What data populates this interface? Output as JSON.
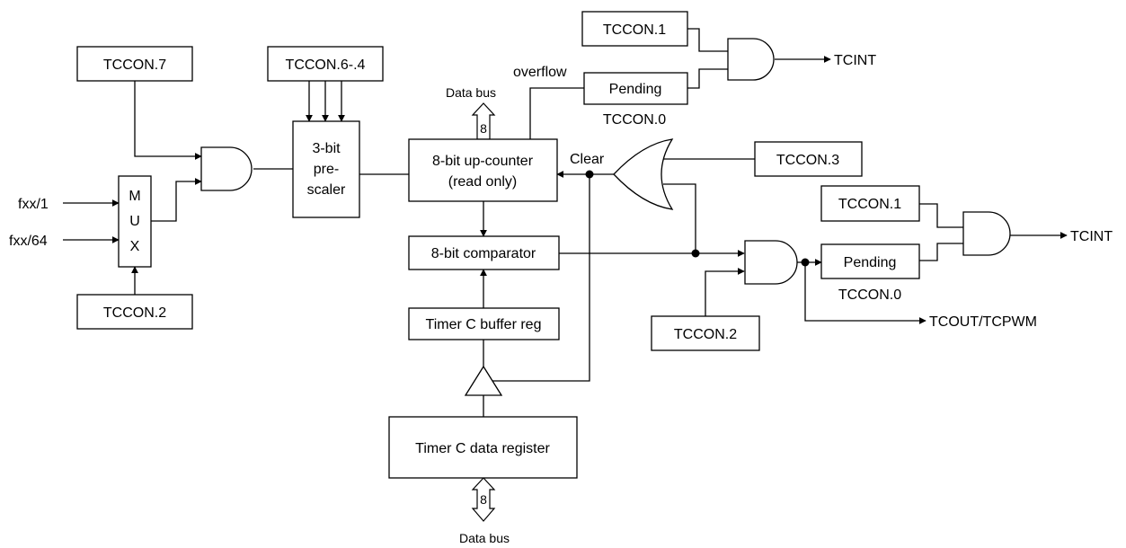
{
  "blocks": {
    "tccon7": "TCCON.7",
    "tccon64": "TCCON.6-.4",
    "tccon2_left": "TCCON.2",
    "mux": [
      "M",
      "U",
      "X"
    ],
    "prescaler": [
      "3-bit",
      "pre-",
      "scaler"
    ],
    "upcounter": [
      "8-bit up-counter",
      "(read only)"
    ],
    "comparator": "8-bit comparator",
    "buffer_reg": "Timer C buffer reg",
    "data_register": "Timer C data register",
    "tccon1_top": "TCCON.1",
    "pending_top": "Pending",
    "tccon0_top": "TCCON.0",
    "tccon3": "TCCON.3",
    "tccon1_right": "TCCON.1",
    "pending_right": "Pending",
    "tccon0_right": "TCCON.0",
    "tccon2_right": "TCCON.2"
  },
  "signals": {
    "fxx1": "fxx/1",
    "fxx64": "fxx/64",
    "overflow": "overflow",
    "clear": "Clear",
    "tcint_top": "TCINT",
    "tcint_right": "TCINT",
    "tcout": "TCOUT/TCPWM"
  },
  "buses": {
    "top_label": "Data bus",
    "top_width": "8",
    "bottom_label": "Data bus",
    "bottom_width": "8"
  }
}
